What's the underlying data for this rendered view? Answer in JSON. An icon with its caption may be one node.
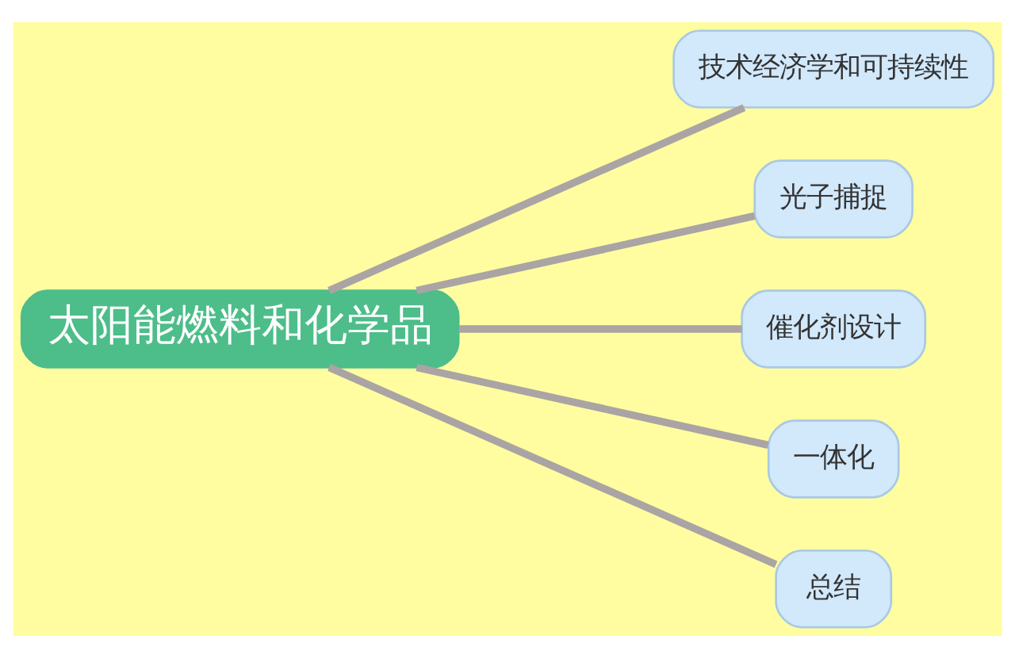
{
  "diagram": {
    "nodes": [
      {
        "text": [
          "太阳能燃料和化学品"
        ]
      },
      {
        "text": [
          "技术经济学和可持续性"
        ]
      },
      {
        "text": [
          "光子捕捉"
        ]
      },
      {
        "text": [
          "催化剂设计"
        ]
      },
      {
        "text": [
          "一体化"
        ]
      },
      {
        "text": [
          "总结"
        ]
      }
    ],
    "edges": [
      {
        "from": 0,
        "to": 1,
        "arrow": "none"
      },
      {
        "from": 0,
        "to": 2,
        "arrow": "none"
      },
      {
        "from": 0,
        "to": 3,
        "arrow": "none"
      },
      {
        "from": 0,
        "to": 4,
        "arrow": "none"
      },
      {
        "from": 0,
        "to": 5,
        "arrow": "none"
      }
    ]
  }
}
